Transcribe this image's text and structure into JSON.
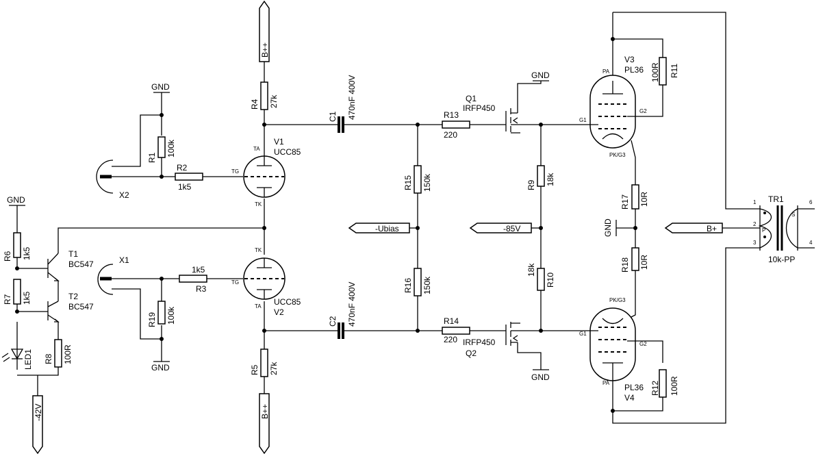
{
  "ground_label": "GND",
  "supply_b_plus_plus": "B++",
  "supply_b_plus": "B+",
  "supply_neg42": "-42V",
  "supply_neg85": "-85V",
  "supply_ubias": "-Ubias",
  "components": {
    "R1": {
      "ref": "R1",
      "value": "100k"
    },
    "R2": {
      "ref": "R2",
      "value": "1k5"
    },
    "R3": {
      "ref": "R3",
      "value": "1k5"
    },
    "R4": {
      "ref": "R4",
      "value": "27k"
    },
    "R5": {
      "ref": "R5",
      "value": "27k"
    },
    "R6": {
      "ref": "R6",
      "value": "1k5"
    },
    "R7": {
      "ref": "R7",
      "value": "1k5"
    },
    "R8": {
      "ref": "R8",
      "value": "100R"
    },
    "R9": {
      "ref": "R9",
      "value": "18k"
    },
    "R10": {
      "ref": "R10",
      "value": "18k"
    },
    "R11": {
      "ref": "R11",
      "value": "100R"
    },
    "R12": {
      "ref": "R12",
      "value": "100R"
    },
    "R13": {
      "ref": "R13",
      "value": "220"
    },
    "R14": {
      "ref": "R14",
      "value": "220"
    },
    "R15": {
      "ref": "R15",
      "value": "150k"
    },
    "R16": {
      "ref": "R16",
      "value": "150k"
    },
    "R17": {
      "ref": "R17",
      "value": "10R"
    },
    "R18": {
      "ref": "R18",
      "value": "10R"
    },
    "R19": {
      "ref": "R19",
      "value": "100k"
    },
    "C1": {
      "ref": "C1",
      "value": "470nF 400V"
    },
    "C2": {
      "ref": "C2",
      "value": "470nF 400V"
    },
    "V1": {
      "ref": "V1",
      "value": "UCC85"
    },
    "V2": {
      "ref": "V2",
      "value": "UCC85"
    },
    "V3": {
      "ref": "V3",
      "value": "PL36"
    },
    "V4": {
      "ref": "V4",
      "value": "PL36"
    },
    "Q1": {
      "ref": "Q1",
      "value": "IRFP450"
    },
    "Q2": {
      "ref": "Q2",
      "value": "IRFP450"
    },
    "T1": {
      "ref": "T1",
      "value": "BC547"
    },
    "T2": {
      "ref": "T2",
      "value": "BC547"
    },
    "X1": {
      "ref": "X1"
    },
    "X2": {
      "ref": "X2"
    },
    "LED1": {
      "ref": "LED1"
    },
    "TR1": {
      "ref": "TR1",
      "value": "10k-PP"
    }
  },
  "pins": {
    "ta": "TA",
    "tg": "TG",
    "tk": "TK",
    "pa": "PA",
    "g1": "G1",
    "g2": "G2",
    "pkg3": "PK/G3",
    "tr_1": "1",
    "tr_2": "2",
    "tr_3": "3",
    "tr_4": "4",
    "tr_6": "6",
    "tr_p": "P",
    "tr_s": "S"
  }
}
